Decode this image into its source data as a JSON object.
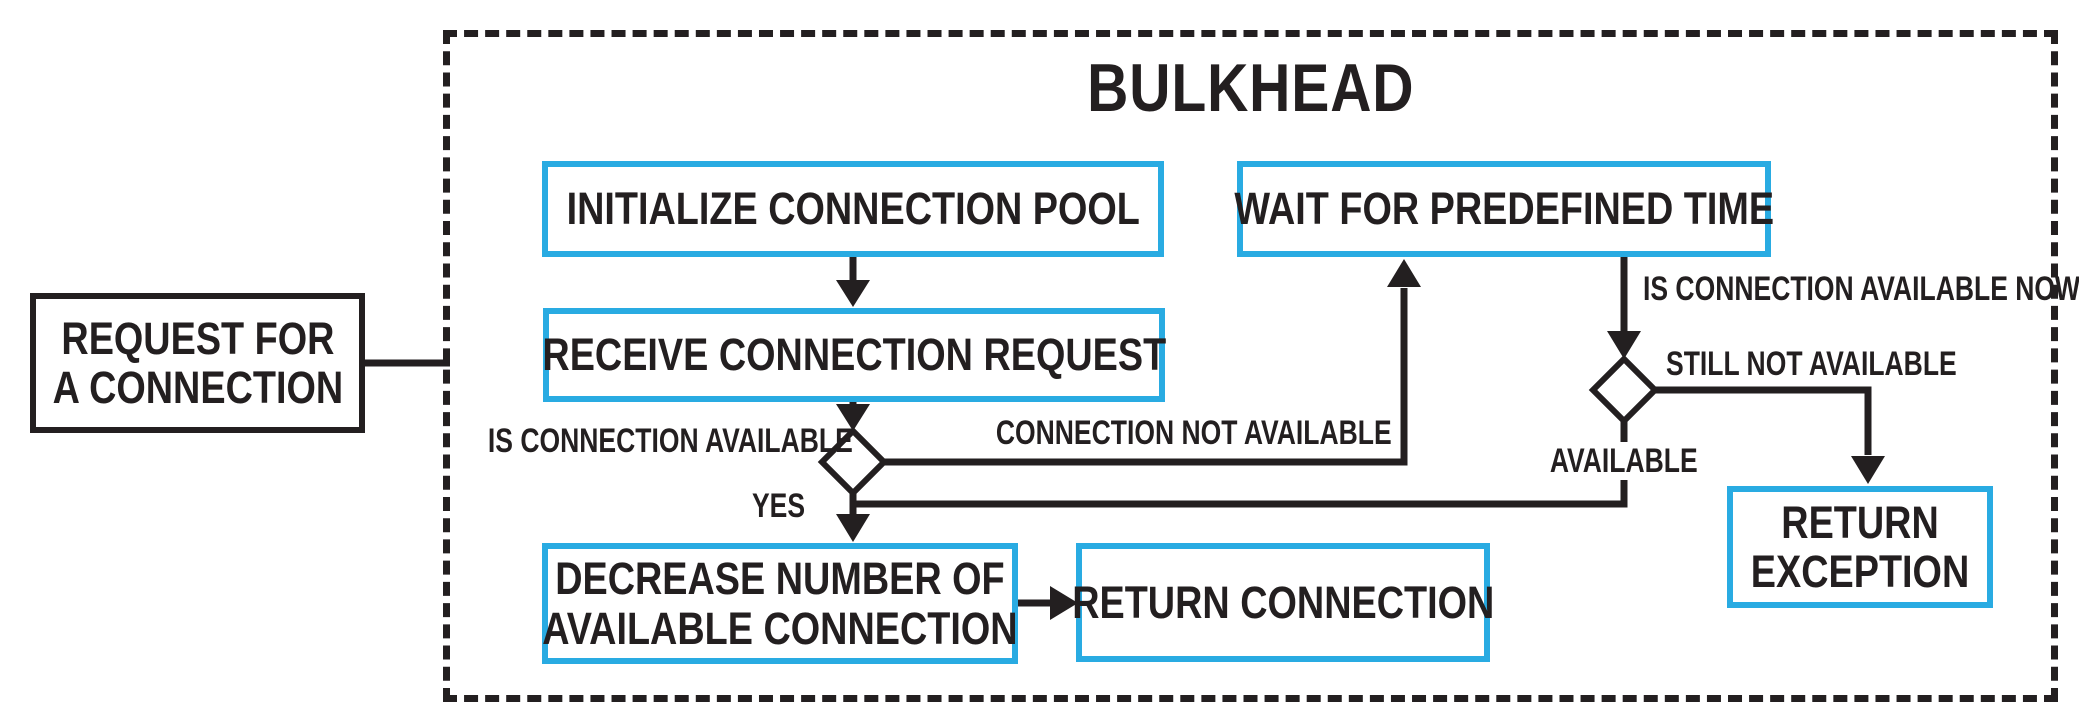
{
  "diagram": {
    "title": "BULKHEAD",
    "colors": {
      "accent": "#29ABE2",
      "ink": "#231F20",
      "background": "#FFFFFF"
    },
    "nodes": {
      "request": [
        "REQUEST FOR",
        "A CONNECTION"
      ],
      "initialize": "INITIALIZE CONNECTION POOL",
      "receive": "RECEIVE CONNECTION REQUEST",
      "wait": "WAIT FOR PREDEFINED TIME",
      "decrease": [
        "DECREASE NUMBER OF",
        "AVAILABLE CONNECTION"
      ],
      "return_connection": "RETURN CONNECTION",
      "return_exception": [
        "RETURN",
        "EXCEPTION"
      ]
    },
    "edge_labels": {
      "is_connection_available": "IS CONNECTION AVAILABLE",
      "yes": "YES",
      "connection_not_available": "CONNECTION NOT AVAILABLE",
      "is_connection_available_now": "IS CONNECTION AVAILABLE NOW",
      "still_not_available": "STILL NOT AVAILABLE",
      "available": "AVAILABLE"
    }
  }
}
